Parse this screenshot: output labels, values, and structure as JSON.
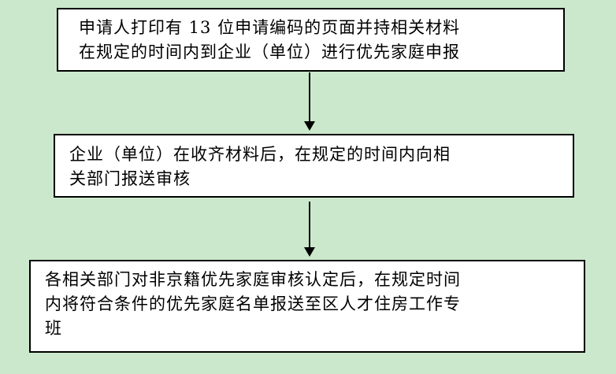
{
  "steps": [
    {
      "lines": [
        "申请人打印有 13 位申请编码的页面并持相关材料",
        "在规定的时间内到企业（单位）进行优先家庭申报"
      ]
    },
    {
      "lines": [
        "企业（单位）在收齐材料后，在规定的时间内向相",
        "关部门报送审核"
      ]
    },
    {
      "lines": [
        "各相关部门对非京籍优先家庭审核认定后，在规定时间",
        "内将符合条件的优先家庭名单报送至区人才住房工作专",
        "班"
      ]
    }
  ]
}
